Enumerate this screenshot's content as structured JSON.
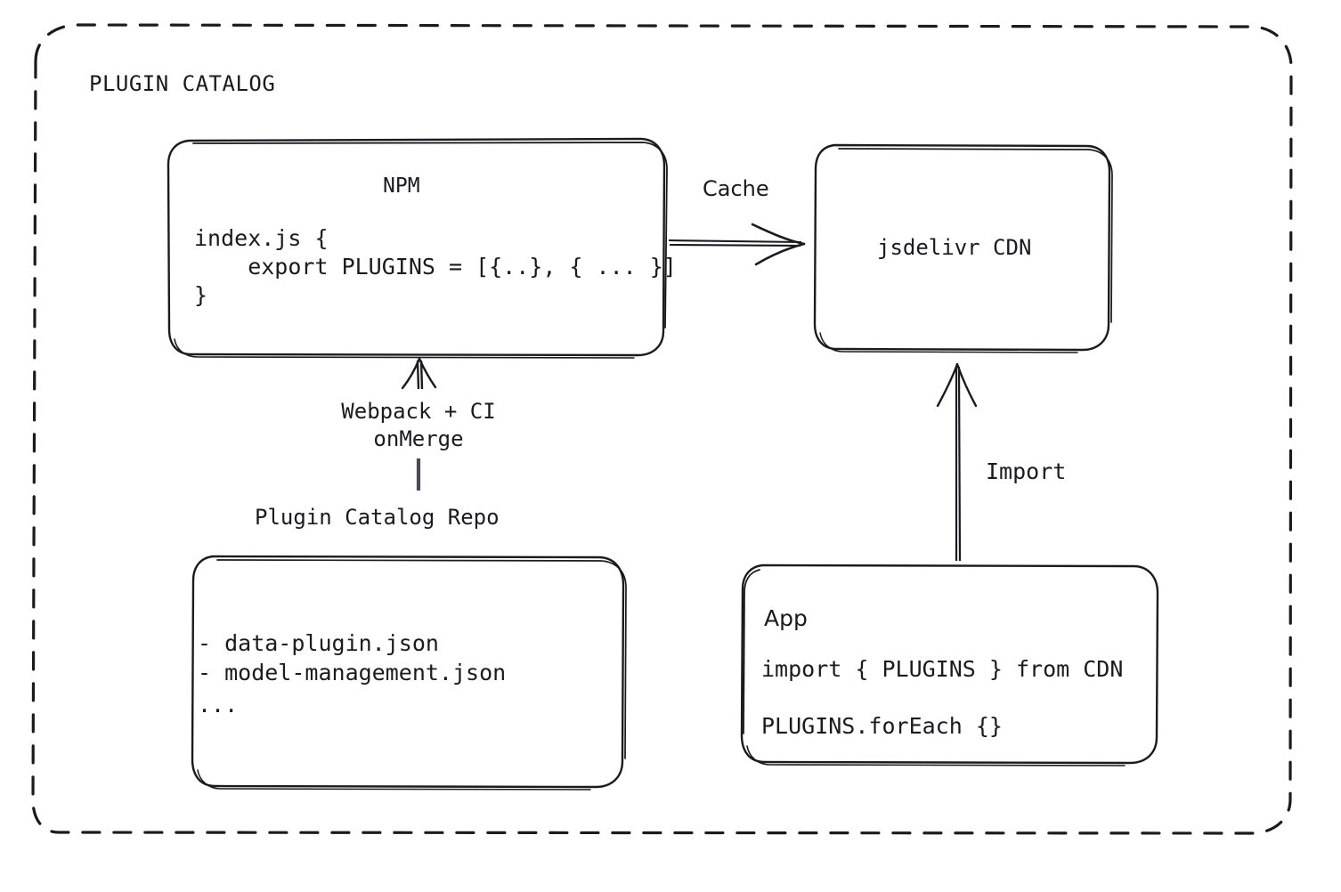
{
  "container": {
    "title": "PLUGIN CATALOG",
    "border_style": "dashed",
    "stroke_color": "#1b1b1f"
  },
  "nodes": {
    "npm": {
      "title": "NPM",
      "code_lines": [
        "index.js {",
        "    export PLUGINS = [{..}, { ... }]",
        "}"
      ]
    },
    "cdn": {
      "label": "jsdelivr CDN"
    },
    "repo": {
      "caption": "Plugin Catalog Repo",
      "items": [
        "- data-plugin.json",
        "- model-management.json",
        "..."
      ]
    },
    "app": {
      "title": "App",
      "code_lines": [
        "import { PLUGINS } from CDN",
        "PLUGINS.forEach {}"
      ]
    }
  },
  "edges": {
    "npm_to_cdn": {
      "label": "Cache"
    },
    "repo_to_npm": {
      "label_lines": [
        "Webpack + CI",
        "onMerge"
      ]
    },
    "app_to_cdn": {
      "label": "Import"
    }
  }
}
